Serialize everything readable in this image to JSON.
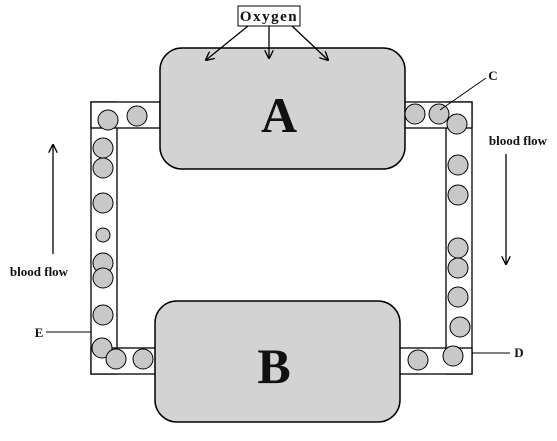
{
  "labels": {
    "oxygen": "Oxygen",
    "organ_a": "A",
    "organ_b": "B",
    "label_c": "C",
    "label_d": "D",
    "label_e": "E",
    "blood_flow_left": "blood flow",
    "blood_flow_right": "blood flow"
  },
  "colors": {
    "organ_fill": "#d3d3d3",
    "cell_fill": "#c8c8c8",
    "stroke": "#000000"
  }
}
